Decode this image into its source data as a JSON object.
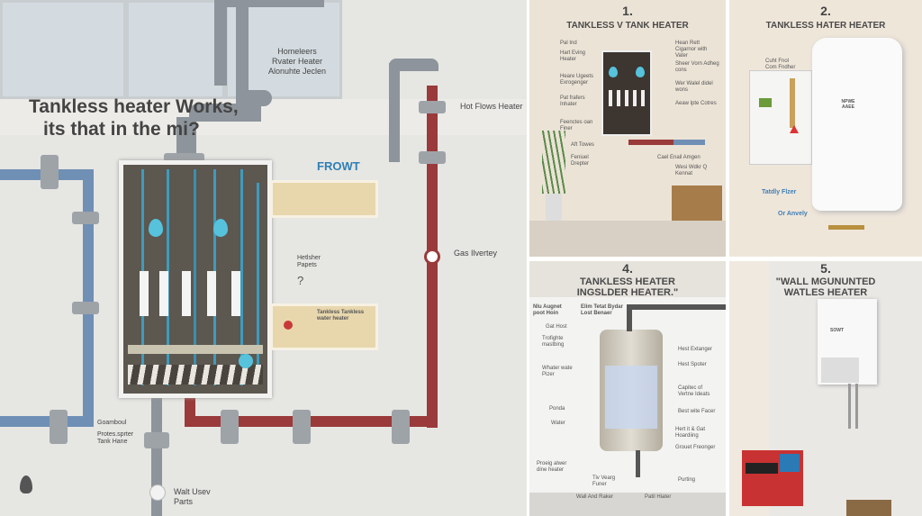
{
  "main": {
    "title_line1": "Tankless heater Works,",
    "title_line2": "its that in the mi?",
    "label_top": [
      "Homeleers",
      "Rvater Heater",
      "Alonuhte Jeclen"
    ],
    "label_hot_flows": "Hot Flows Heater",
    "label_front": "FROWT",
    "label_gas": "Gas Ilvertey",
    "label_heater_papets": [
      "Hetlsher",
      "Papets"
    ],
    "label_callout2": [
      "Tankless Tankless",
      "water heater"
    ],
    "label_gombou": "Goamboul",
    "label_protes": [
      "Protes.sprter",
      "Tank Hane"
    ],
    "label_walt": [
      "Walt Usev",
      "Parts"
    ]
  },
  "panels": [
    {
      "number": "1.",
      "title": "TANKLESS V TANK HEATER",
      "labels_left": [
        "Pal Ind",
        "Hart Eving Heater",
        "Heare Ugeets Exrogenger",
        "Pat frafers Inhater",
        "Feenctes oan Finer",
        "Aft Towes",
        "Feniuel Drepter"
      ],
      "labels_right": [
        "Hean Rett Cigarnor with Vater",
        "Sheer Vorn Adheg cons",
        "Wer Walel didel wons",
        "Aeaw lpte Cotres",
        "Cael Enail Amgen",
        "Wesi Wdkr Q Kennat"
      ]
    },
    {
      "number": "2.",
      "title": "TANKLESS HATER HEATER",
      "labels": [
        "Cuht Fnol Com Fndher",
        "Tatdly Flzer",
        "Or Anvely"
      ],
      "brand": "NPWE AAEE"
    },
    {
      "number": "4.",
      "title_line1": "TANKLESS HEATER",
      "title_line2": "INGSLDER HEATER.\"",
      "labels_left": [
        "Nlu Augnet poot Hoin",
        "Gat Host",
        "Trofighte mastbing",
        "Whater wate Pizer",
        "Ponda",
        "Water",
        "Proeig alwer dine heater"
      ],
      "labels_top": [
        "Elim Tetat Bydar Lost Benaer"
      ],
      "labels_right": [
        "Hest Extanger",
        "Hest Spoter",
        "Capitec of Vertne Ideats",
        "Best wite Facer",
        "Hert it & Gat Hoardiing",
        "Grouet Freonger",
        "Purting"
      ],
      "labels_bottom": [
        "Tiv Vearg Funer",
        "Wall And Raker",
        "Patil Hiater"
      ]
    },
    {
      "number": "5.",
      "title_line1": "\"WALL MGUNUNTED",
      "title_line2": "WATLES HEATER",
      "brand": "SOWT"
    }
  ],
  "colors": {
    "hot_pipe": "#9a3a3a",
    "cold_pipe": "#6f8fb5",
    "accent_blue": "#2f7fb5",
    "wall": "#ebe3d6"
  }
}
